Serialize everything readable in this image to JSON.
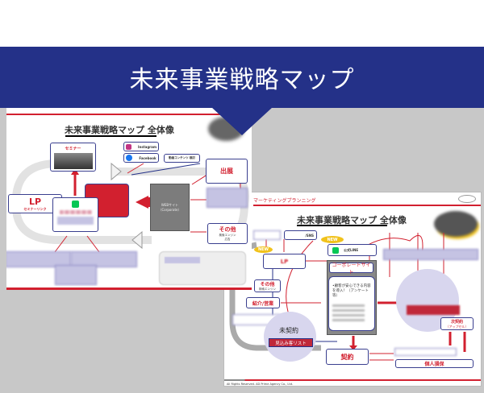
{
  "banner": {
    "title": "未来事業戦略マップ"
  },
  "slide_left": {
    "title": "未来事業戦略マップ 全体像",
    "seminar": "セミナー",
    "instagram": "Instagram",
    "facebook": "Facebook",
    "video_content": "動画コンテンツ 検討",
    "lp": "LP",
    "lp_sub": "セミナーリンク",
    "website": "WEBサイト",
    "website_sub": "（Corporate）",
    "exhibit": "出展",
    "other": "その他",
    "other_sub": "検索エンジン",
    "other_sub2": "広告"
  },
  "slide_right": {
    "header": "マーケティングプランニング",
    "title": "未来事業戦略マップ 全体像",
    "sns": "/SNS",
    "new_badge": "NEW",
    "line": "公式LINE",
    "lp": "LP",
    "corporate_site": "コーポレートサイト",
    "corporate_text": "•顧客が安心できる内容を導入！（アンケート等）",
    "other": "その他",
    "other_sub": "検索エンジン",
    "referral": "紹介/営業",
    "uncontracted": "未契約",
    "prospect_list": "見込み客リスト",
    "contract": "契約",
    "next_contract": "次契約",
    "upsell": "（アップセル）",
    "personal_insurance": "個人損保",
    "footer": "All Rights Reserved. AD Prime Agency Co., Ltd."
  },
  "colors": {
    "navy": "#243188",
    "red": "#d2202f",
    "lavender": "#c5c3e3",
    "gray_bg": "#c8c8c8"
  }
}
